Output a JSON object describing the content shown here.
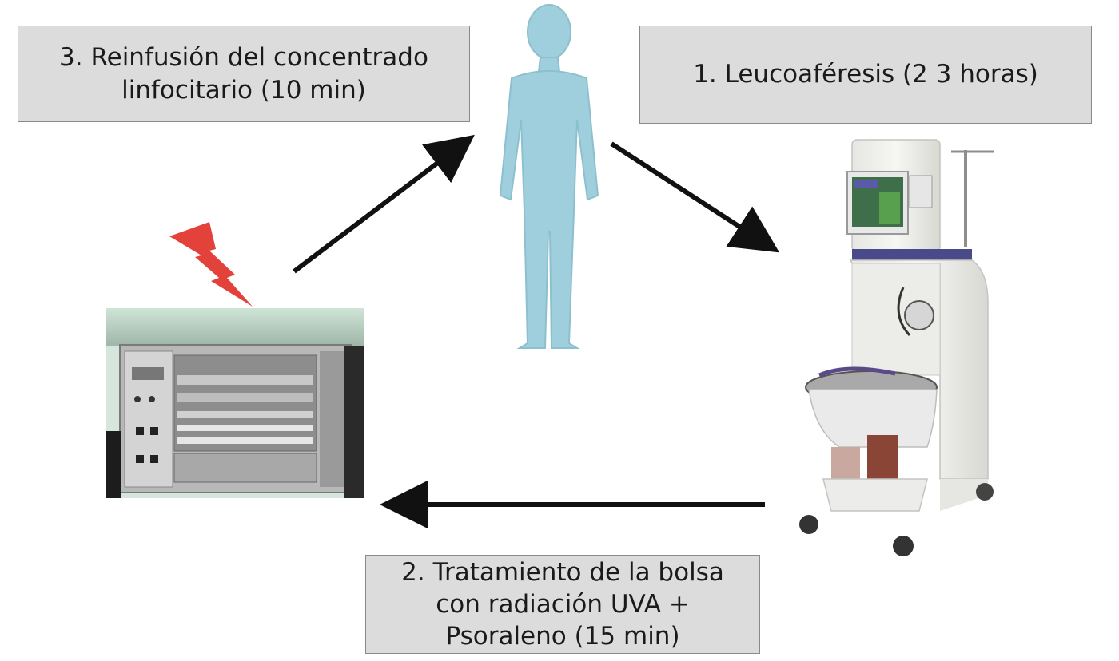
{
  "steps": {
    "step1": {
      "lines": [
        "1. Leucoaféresis (2 3 horas)"
      ]
    },
    "step2": {
      "lines": [
        "2. Tratamiento de la bolsa",
        "con radiación UVA +",
        "Psoraleno (15 min)"
      ]
    },
    "step3": {
      "lines": [
        "3. Reinfusión del concentrado",
        "linfocitario (10 min)"
      ]
    }
  },
  "icons": {
    "patient": "human-silhouette-icon",
    "apheresis_machine": "apheresis-machine-icon",
    "uva_chamber": "uva-irradiation-chamber-icon",
    "lightning": "lightning-bolt-icon"
  },
  "colors": {
    "box_fill": "#dcdcdc",
    "box_border": "#8a8a8a",
    "patient": "#9fcfdc",
    "arrow": "#111111",
    "lightning": "#e2423a"
  }
}
